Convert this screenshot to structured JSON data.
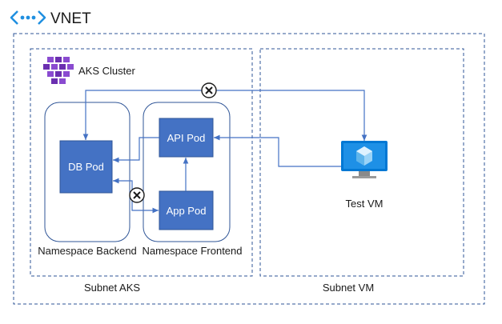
{
  "vnet": {
    "title": "VNET"
  },
  "aks_cluster": {
    "label": "AKS Cluster"
  },
  "subnets": {
    "aks_label": "Subnet AKS",
    "vm_label": "Subnet VM"
  },
  "namespaces": {
    "backend_label": "Namespace Backend",
    "frontend_label": "Namespace Frontend"
  },
  "pods": {
    "db": "DB Pod",
    "api": "API Pod",
    "app": "App Pod"
  },
  "vm": {
    "label": "Test VM"
  },
  "colors": {
    "accent": "#4472c4",
    "pod_fill": "#4472c4",
    "pod_border": "#2f5597",
    "dashed_border": "#2f5597",
    "aks_icon": "#7b3fb5",
    "vm_icon": "#0078d4",
    "text": "#1a1a1a"
  },
  "icons": {
    "vnet": "vnet-icon",
    "aks": "aks-cluster-icon",
    "vm": "virtual-machine-icon",
    "blocked": "blocked-x-icon"
  }
}
